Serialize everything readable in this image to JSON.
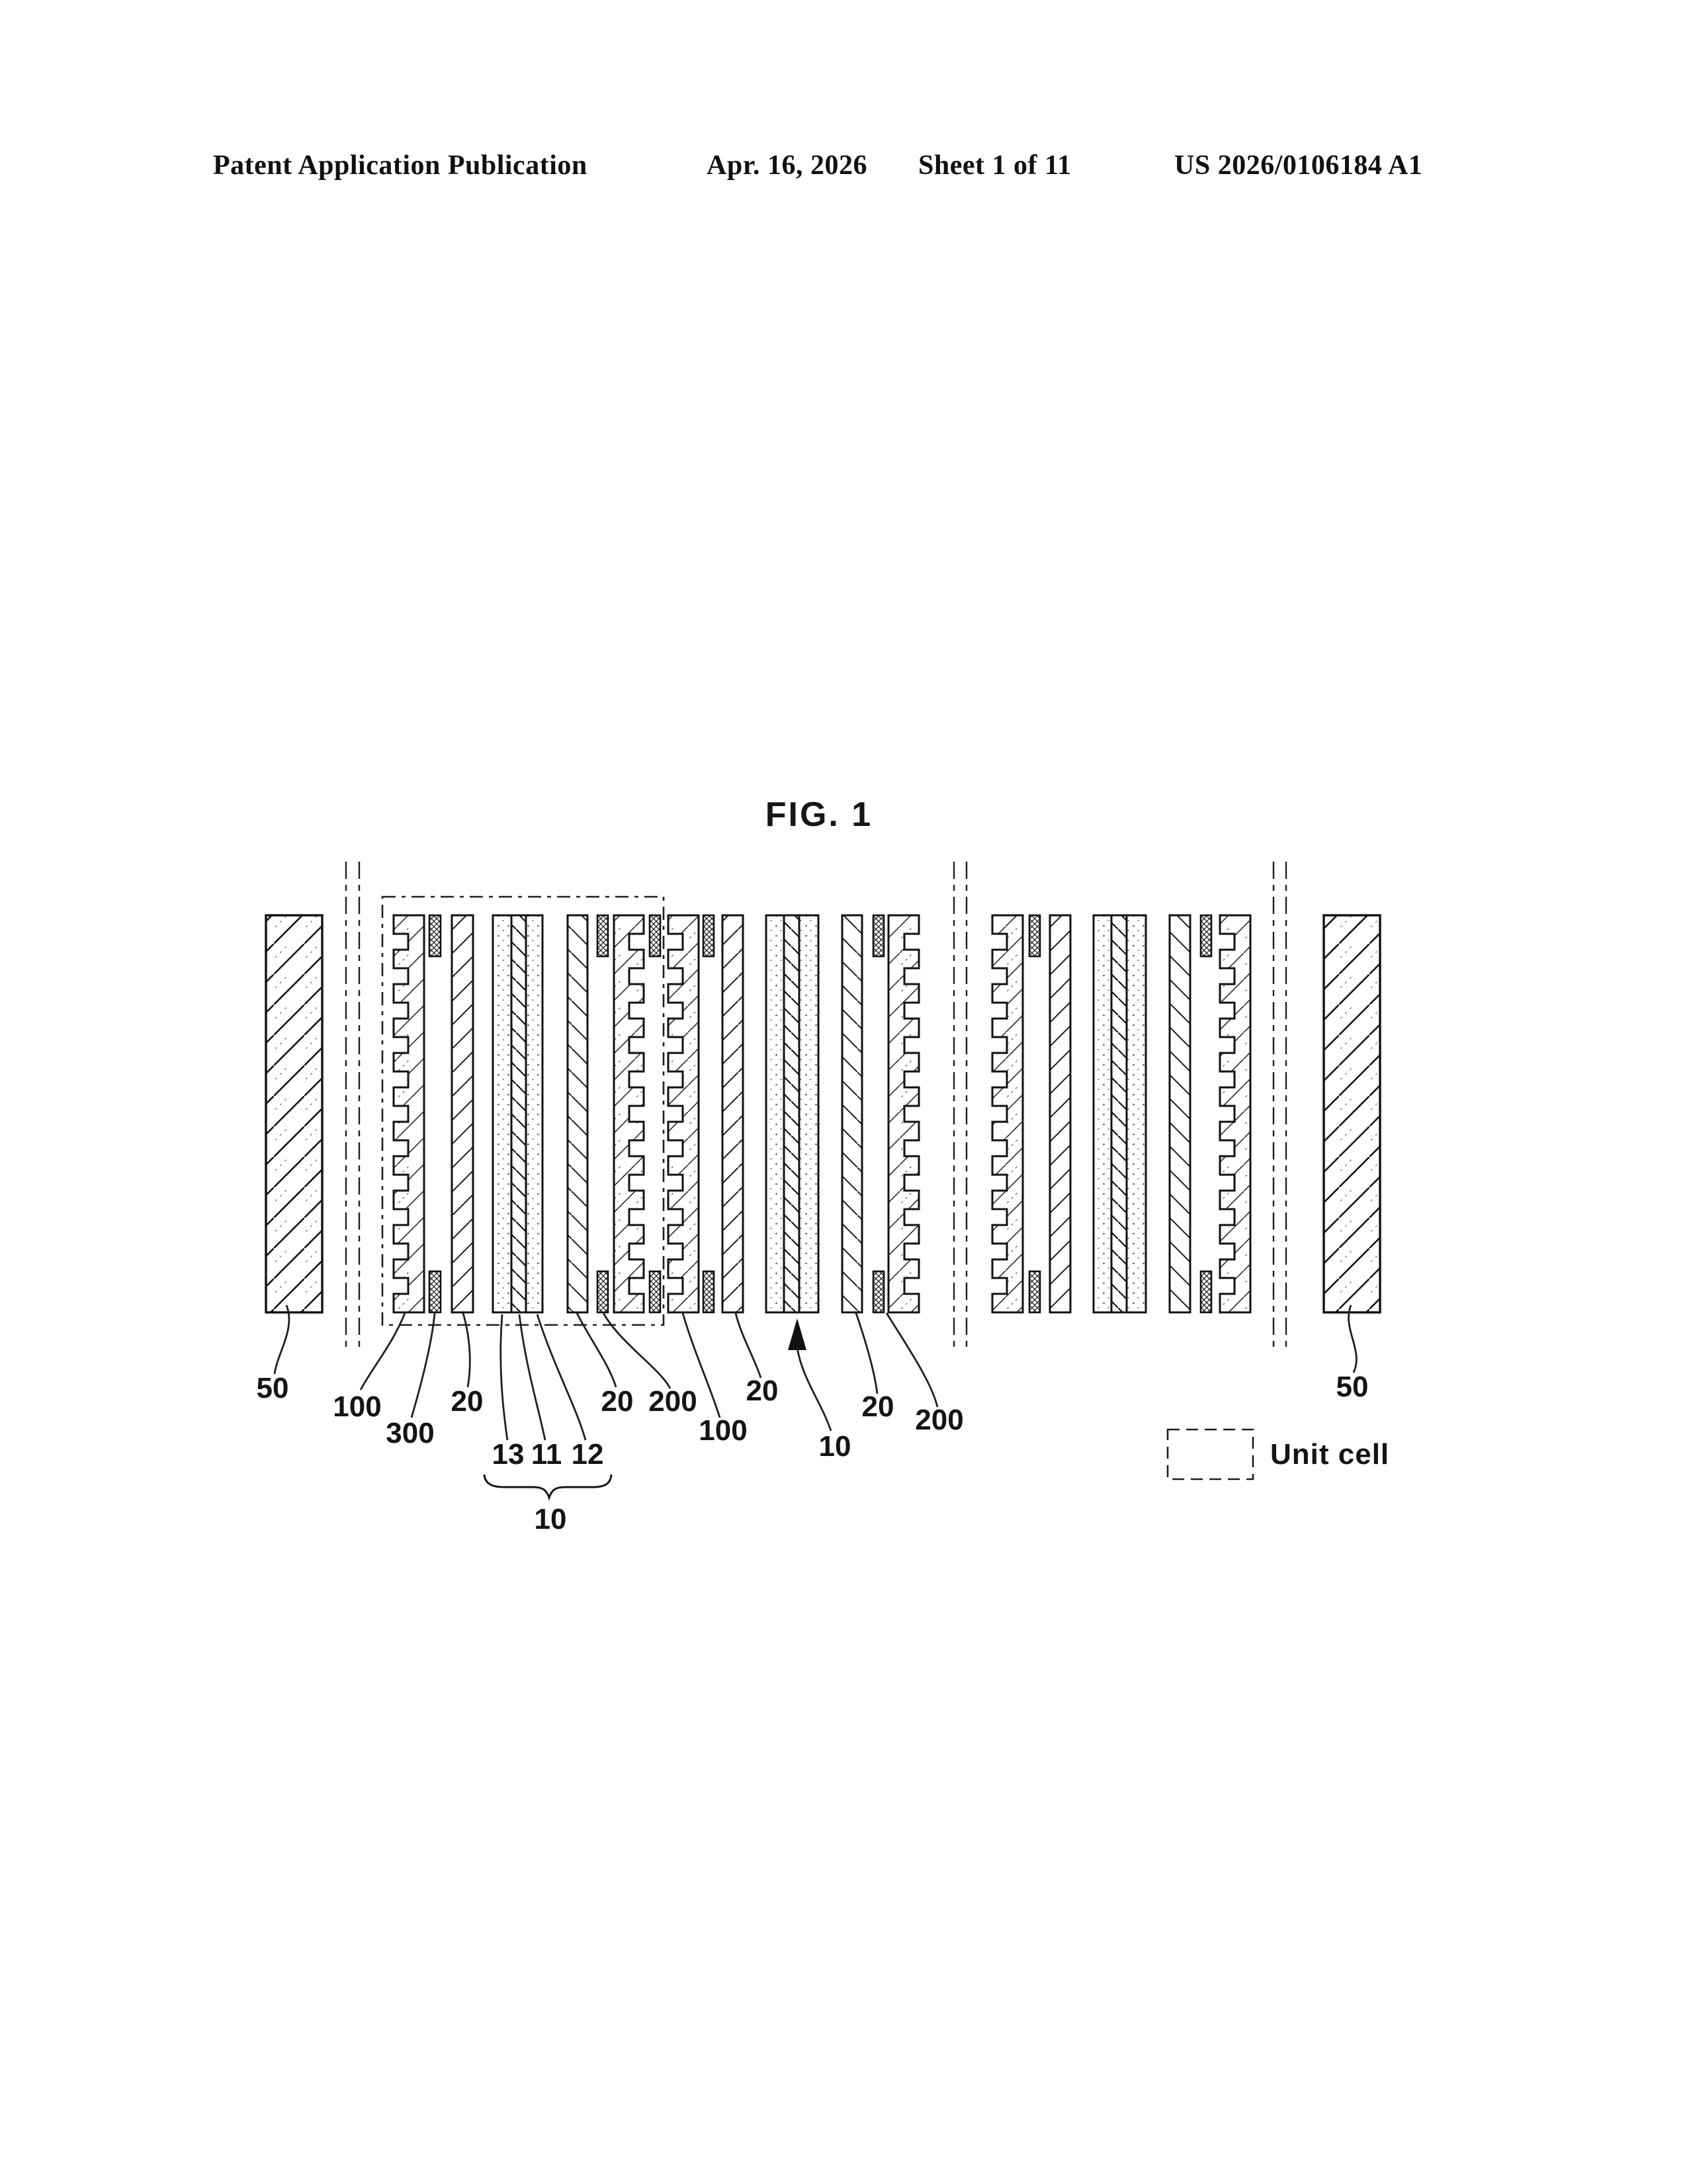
{
  "page": {
    "background": "#ffffff",
    "ink": "#161616"
  },
  "header": {
    "publication": "Patent Application Publication",
    "date": "Apr. 16, 2026",
    "sheet": "Sheet 1 of 11",
    "number": "US 2026/0106184 A1"
  },
  "figure": {
    "title": "FIG. 1",
    "legend_label": "Unit cell",
    "labels": {
      "end_plate_left": "50",
      "separator_a": "100",
      "subgasket": "300",
      "gdl_a": "20",
      "electrode_left": "13",
      "membrane": "11",
      "electrode_right": "12",
      "mea_group": "10",
      "gdl_b": "20",
      "gasket_b": "200",
      "separator_b": "100",
      "gdl_c": "20",
      "mea_arrow": "10",
      "gdl_d": "20",
      "gasket_d": "200",
      "end_plate_right": "50"
    }
  }
}
